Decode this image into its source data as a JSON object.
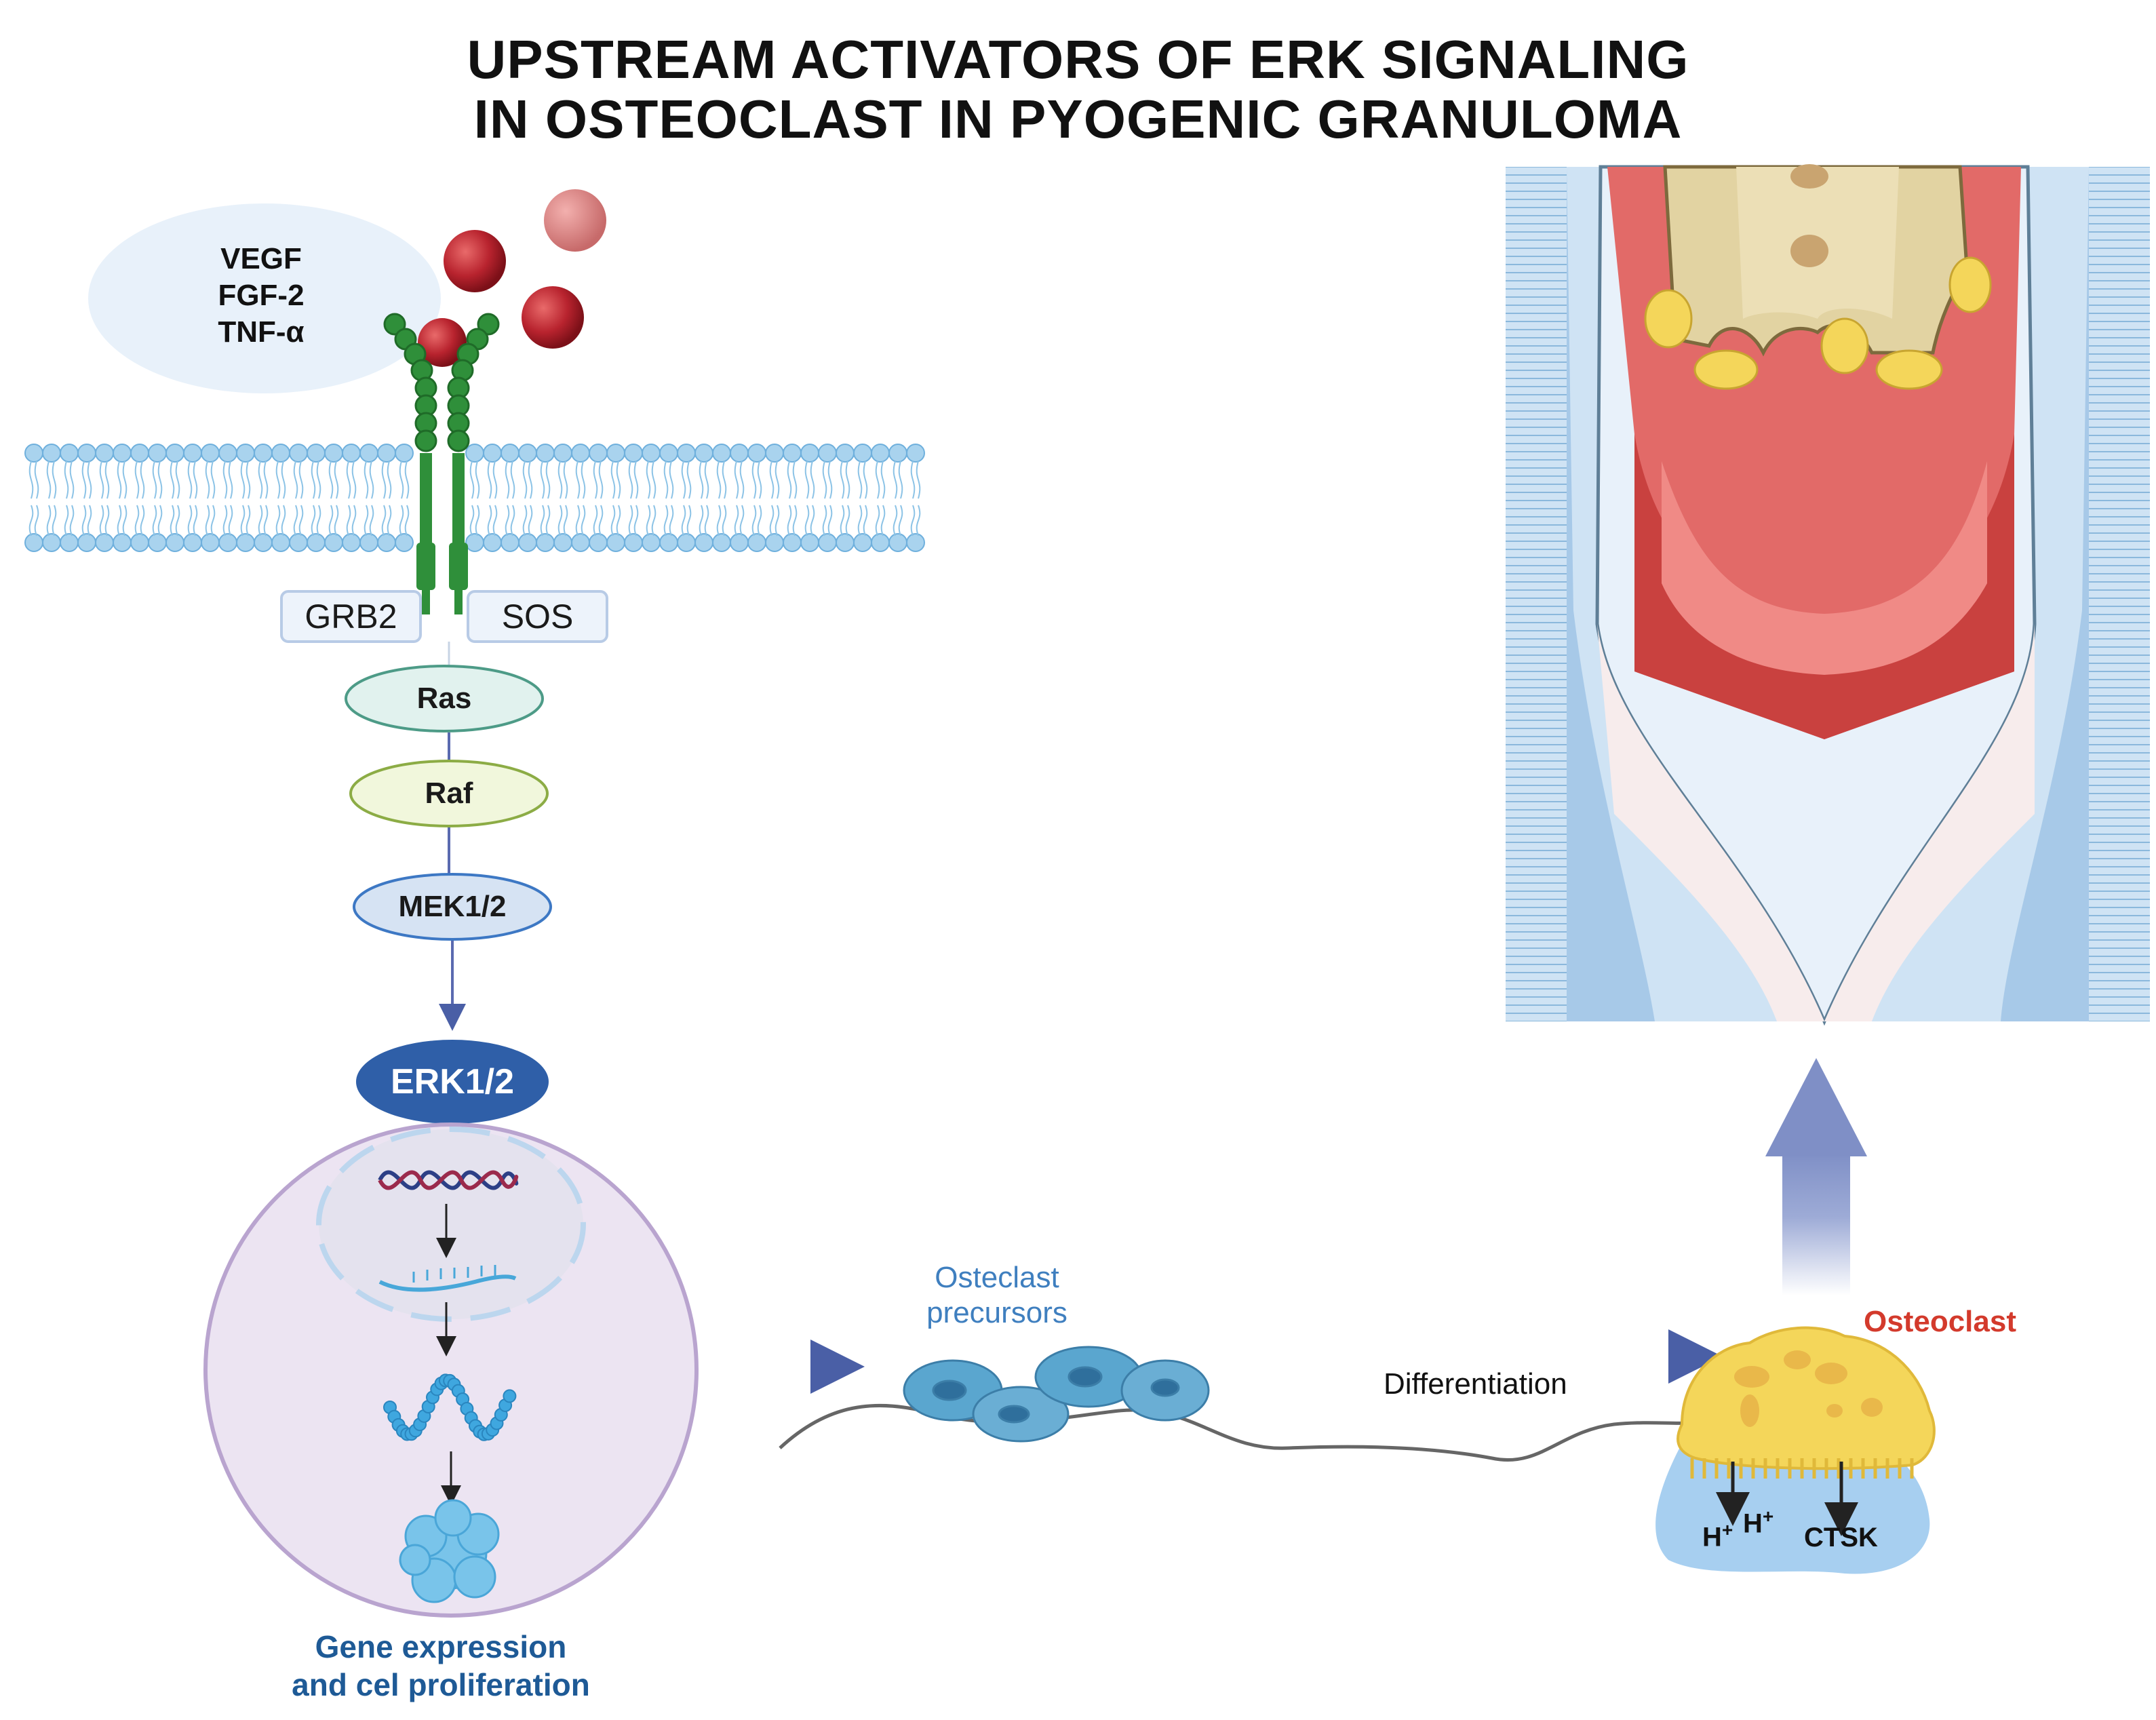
{
  "title": {
    "line1": "UPSTREAM ACTIVATORS OF ERK SIGNALING",
    "line2": "IN OSTEOCLAST IN PYOGENIC GRANULOMA"
  },
  "ligands": [
    "VEGF",
    "FGF-2",
    "TNF-α"
  ],
  "adaptors": {
    "left": "GRB2",
    "right": "SOS"
  },
  "cascade": [
    "Ras",
    "Raf",
    "MEK1/2"
  ],
  "erk": "ERK1/2",
  "nucleus_output": {
    "line1": "Gene expression",
    "line2": "and cel proliferation"
  },
  "precursors": {
    "line1": "Osteclast",
    "line2": "precursors"
  },
  "differentiation": "Differentiation",
  "osteoclast": "Osteoclast",
  "resorption": {
    "h1": "H",
    "h2": "H",
    "sup": "+",
    "ctsk": "CTSK"
  },
  "colors": {
    "membrane": "#a9d3ee",
    "receptor": "#2f8f3a",
    "ligand": "#b8232e",
    "erk": "#2f5fa8",
    "arrow": "#4a5fa6",
    "osteoclast": "#f4d65a",
    "gum": "#d9534f",
    "bone": "#e2d3a2"
  }
}
